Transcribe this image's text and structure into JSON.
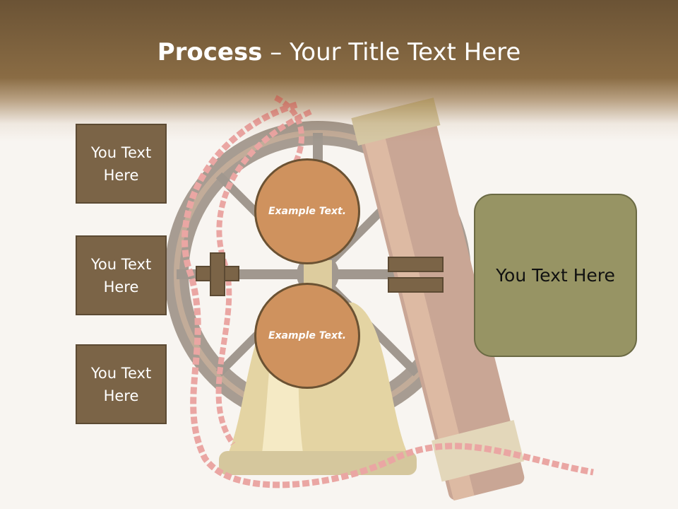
{
  "slide": {
    "title_bold": "Process",
    "title_rest": " – Your Title Text Here",
    "left_boxes": [
      {
        "label": "You Text Here"
      },
      {
        "label": "You Text Here"
      },
      {
        "label": "You Text Here"
      }
    ],
    "circles": [
      {
        "label": "Example Text."
      },
      {
        "label": "Example Text."
      }
    ],
    "result": {
      "label": "You Text Here"
    },
    "background_image": "ship-bell-wheel-rope-telescope",
    "colors": {
      "header": "#7b6244",
      "box_fill": "#7b6447",
      "circle_fill": "#cf925e",
      "result_fill": "#979464"
    }
  }
}
